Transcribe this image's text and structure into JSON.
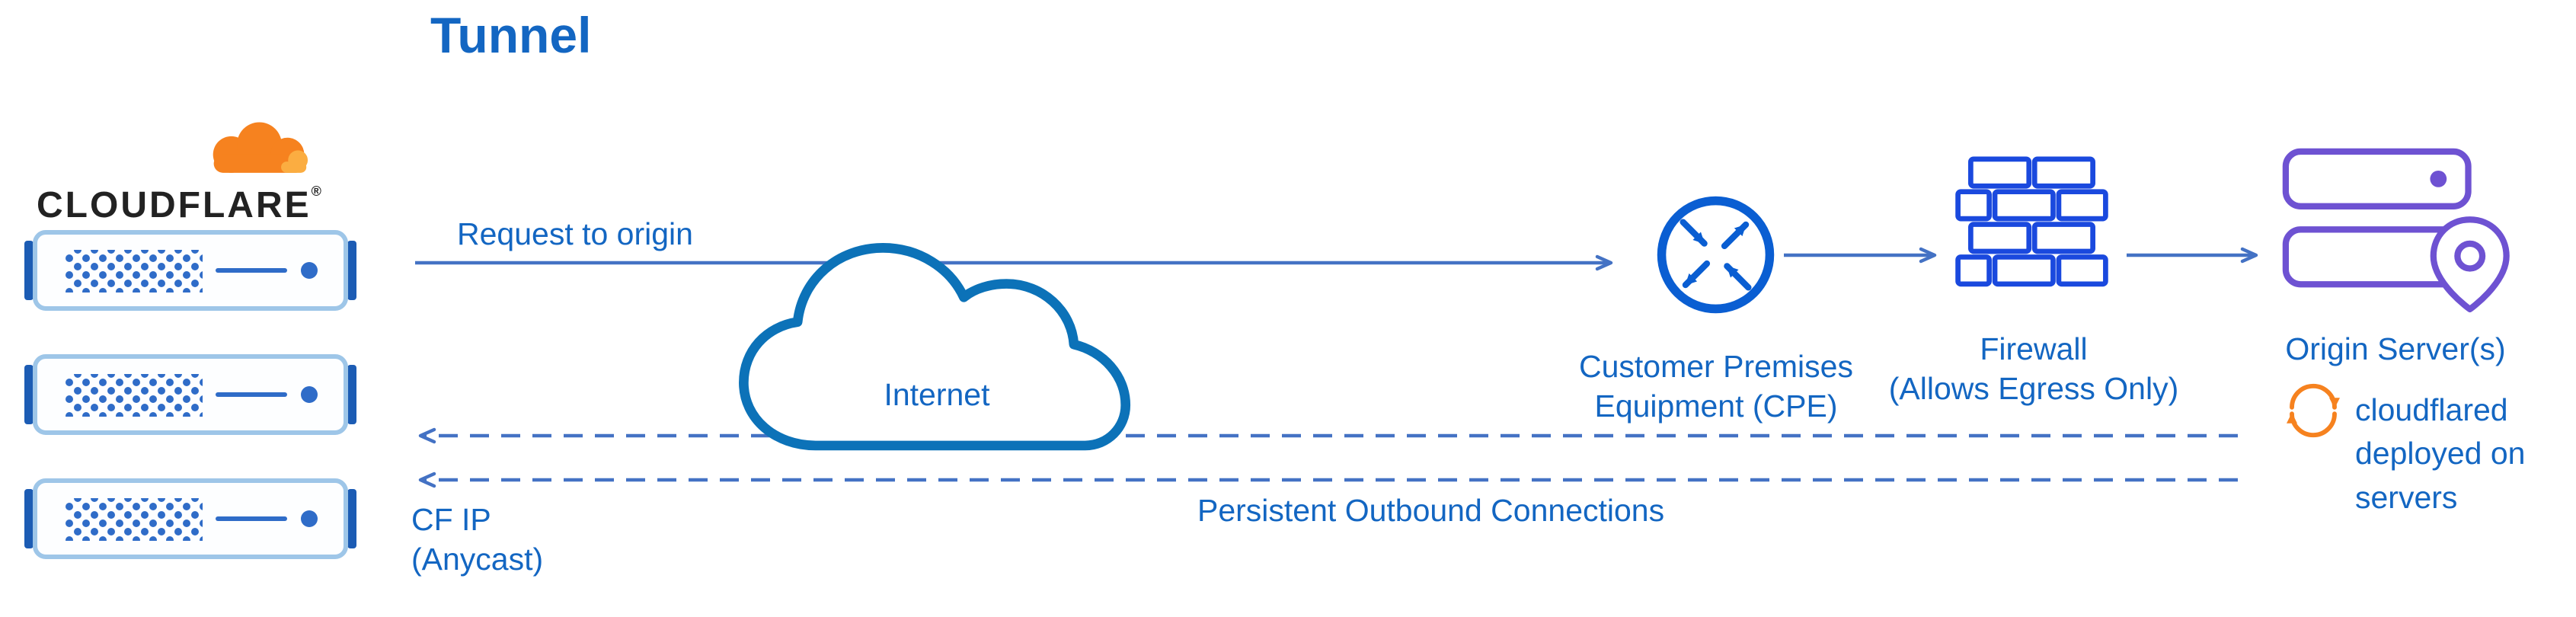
{
  "title": "Tunnel",
  "logo": {
    "brand": "CLOUDFLARE",
    "registered_mark": "®"
  },
  "nodes": {
    "cloudflare_edge": {
      "label_line1": "CF IP",
      "label_line2": "(Anycast)",
      "server_count": 3
    },
    "internet": {
      "label": "Internet"
    },
    "cpe": {
      "label": "Customer Premises Equipment (CPE)"
    },
    "firewall": {
      "label_line1": "Firewall",
      "label_line2": "(Allows Egress Only)"
    },
    "origin": {
      "label": "Origin Server(s)"
    },
    "cloudflared": {
      "label": "cloudflared deployed on servers"
    }
  },
  "connections": {
    "request": {
      "label": "Request to origin",
      "style": "solid",
      "direction": "right"
    },
    "outbound": {
      "label": "Persistent Outbound Connections",
      "style": "dashed",
      "direction": "left",
      "line_count": 2
    }
  },
  "icons": {
    "logo": "cloudflare-cloud-icon",
    "edge": "server-rack-icon",
    "internet": "cloud-outline-icon",
    "cpe": "router-arrows-circle-icon",
    "firewall": "brick-wall-icon",
    "origin": "server-stack-location-pin-icon",
    "cloudflared": "sync-arrows-icon"
  },
  "colors": {
    "text_blue": "#1366C2",
    "connector_blue": "#4472C4",
    "brand_orange": "#F6821F",
    "brand_orange_light": "#FBAD41",
    "brand_dark": "#222222",
    "cloud_stroke": "#0C72B8",
    "server_outline": "#9EC6E8",
    "server_accent": "#2F6CC8",
    "server_cap": "#1C5CB4",
    "cpe_blue": "#0A5ED2",
    "firewall_blue": "#1A49DE",
    "origin_purple": "#6E52D2"
  }
}
